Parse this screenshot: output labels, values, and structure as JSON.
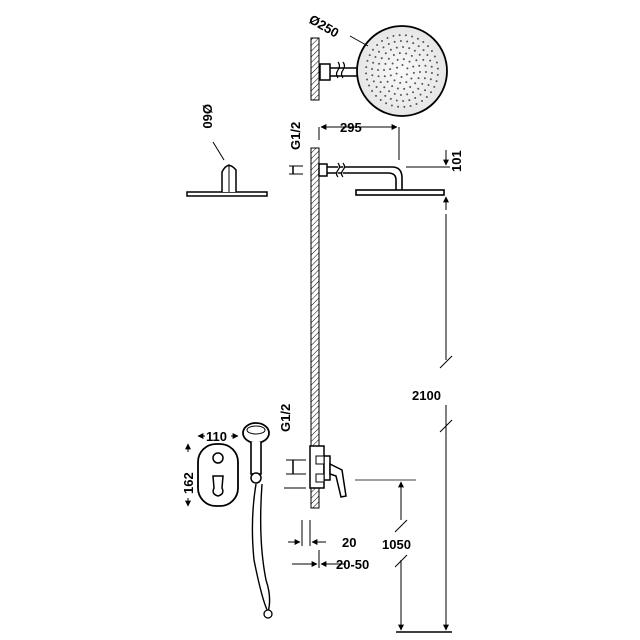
{
  "dimensions": {
    "shower_head_diameter": "Ø250",
    "wall_plate_diameter": "Ø60",
    "arm_length": "295",
    "arm_drop": "101",
    "upper_connection": "G1/2",
    "lower_connection": "G1/2",
    "total_height": "2100",
    "valve_height": "1050",
    "valve_plate_width": "110",
    "valve_plate_height": "162",
    "recess_depth": "20",
    "recess_range": "20-50"
  }
}
